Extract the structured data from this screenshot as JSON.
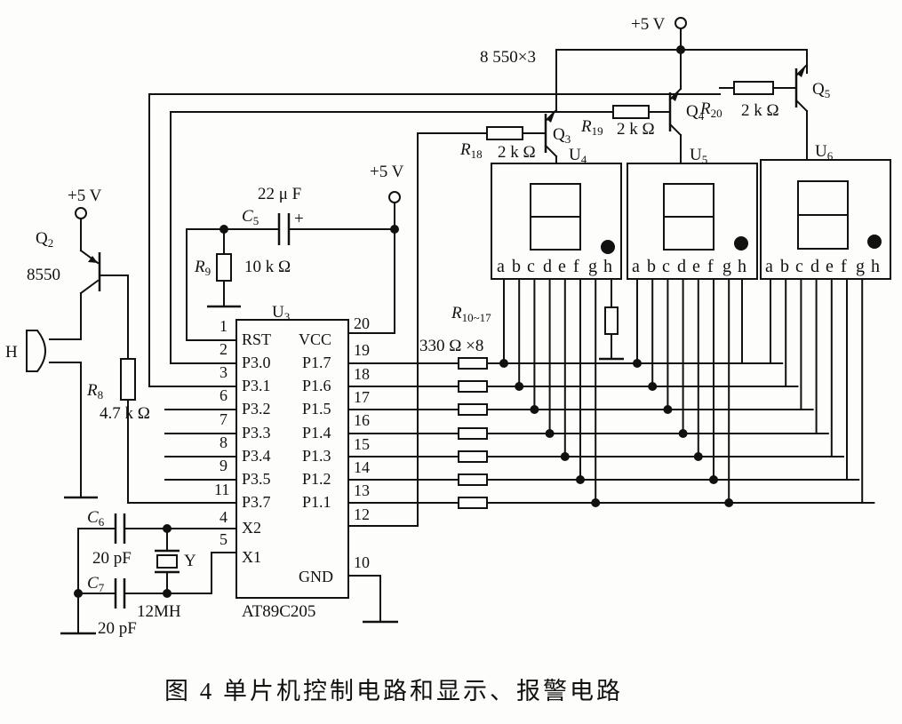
{
  "caption": "图 4   单片机控制电路和显示、报警电路",
  "power": {
    "vcc_top": "+5 V",
    "vcc_c5": "+5 V",
    "vcc_q2": "+5 V"
  },
  "mcu": {
    "ref": "U",
    "ref_sub": "3",
    "part": "AT89C205",
    "pin_rst": "RST",
    "pin_vcc": "VCC",
    "pin_gnd": "GND",
    "pin_x1": "X1",
    "pin_x2": "X2",
    "left_names": [
      "P3.0",
      "P3.1",
      "P3.2",
      "P3.3",
      "P3.4",
      "P3.5",
      "P3.7"
    ],
    "left_numbers": [
      "1",
      "2",
      "3",
      "6",
      "7",
      "8",
      "9",
      "11",
      "4",
      "5"
    ],
    "right_names": [
      "P1.7",
      "P1.6",
      "P1.5",
      "P1.4",
      "P1.3",
      "P1.2",
      "P1.1"
    ],
    "right_numbers": [
      "20",
      "19",
      "18",
      "17",
      "16",
      "15",
      "14",
      "13",
      "12",
      "10"
    ]
  },
  "components": {
    "q2_ref": "Q",
    "q2_sub": "2",
    "q2_part": "8550",
    "buzzer": "H",
    "r8_ref": "R",
    "r8_sub": "8",
    "r8_value": "4.7 k Ω",
    "c5_ref": "C",
    "c5_sub": "5",
    "c5_value": "22 μ F",
    "c5_plus": "+",
    "r9_ref": "R",
    "r9_sub": "9",
    "r9_value": "10 k Ω",
    "c6_ref": "C",
    "c6_sub": "6",
    "c6_value": "20 pF",
    "c7_ref": "C",
    "c7_sub": "7",
    "c7_value": "20 pF",
    "crystal_ref": "Y",
    "crystal_value": "12MH",
    "rbank_ref": "R",
    "rbank_sub": "10~17",
    "rbank_value": "330  Ω ×8",
    "q_group": "8 550×3",
    "r18_ref": "R",
    "r18_sub": "18",
    "r18_value": "2 k Ω",
    "r19_ref": "R",
    "r19_sub": "19",
    "r19_value": "2 k Ω",
    "r20_ref": "R",
    "r20_sub": "20",
    "r20_value": "2 k Ω",
    "q3_ref": "Q",
    "q3_sub": "3",
    "q4_ref": "Q",
    "q4_sub": "4",
    "q5_ref": "Q",
    "q5_sub": "5"
  },
  "displays": [
    {
      "ref": "U",
      "sub": "4"
    },
    {
      "ref": "U",
      "sub": "5"
    },
    {
      "ref": "U",
      "sub": "6"
    }
  ],
  "segments": [
    "a",
    "b",
    "c",
    "d",
    "e",
    "f",
    "g",
    "h"
  ]
}
